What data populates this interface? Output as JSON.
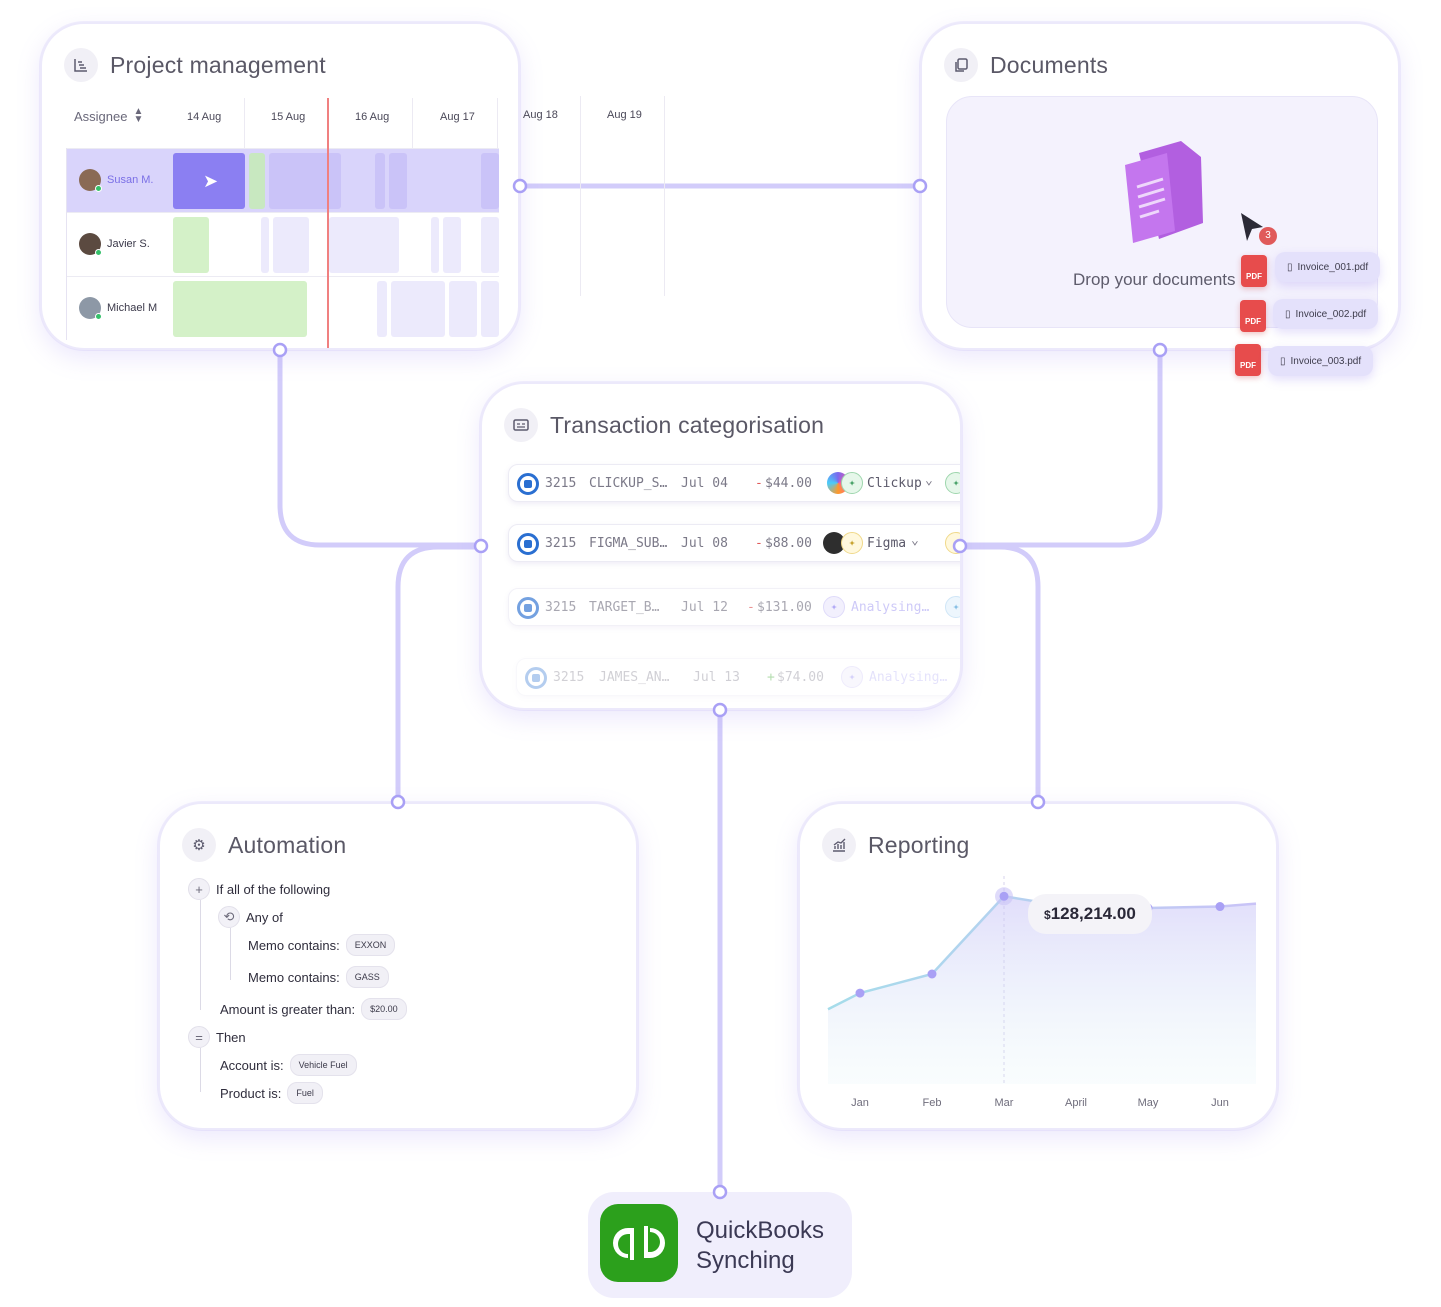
{
  "project_management": {
    "title": "Project management",
    "assignee_label": "Assignee",
    "dates": [
      "14 Aug",
      "15 Aug",
      "16 Aug",
      "Aug 17",
      "Aug 18",
      "Aug 19"
    ],
    "rows": [
      {
        "name": "Susan M.",
        "selected": true
      },
      {
        "name": "Javier S.",
        "selected": false
      },
      {
        "name": "Michael M",
        "selected": false
      }
    ]
  },
  "documents": {
    "title": "Documents",
    "drop_text": "Drop your documents",
    "badge_count": "3",
    "pdf_label": "PDF",
    "files": [
      "Invoice_001.pdf",
      "Invoice_002.pdf",
      "Invoice_003.pdf"
    ]
  },
  "transactions": {
    "title": "Transaction categorisation",
    "rows": [
      {
        "code": "3215",
        "memo": "CLICKUP_S…",
        "date": "Jul 04",
        "sign": "-",
        "amount": "$44.00",
        "category": "Clickup"
      },
      {
        "code": "3215",
        "memo": "FIGMA_SUB…",
        "date": "Jul 08",
        "sign": "-",
        "amount": "$88.00",
        "category": "Figma"
      },
      {
        "code": "3215",
        "memo": "TARGET_B…",
        "date": "Jul 12",
        "sign": "-",
        "amount": "$131.00",
        "category": "Analysing…"
      },
      {
        "code": "3215",
        "memo": "JAMES_AN…",
        "date": "Jul 13",
        "sign": "+",
        "amount": "$74.00",
        "category": "Analysing…"
      }
    ]
  },
  "automation": {
    "title": "Automation",
    "if_label": "If all of the following",
    "any_of": "Any of",
    "memo_label": "Memo contains:",
    "memo_values": [
      "EXXON",
      "GASS"
    ],
    "amount_label": "Amount is greater than:",
    "amount_value": "$20.00",
    "then_label": "Then",
    "account_label": "Account is:",
    "account_value": "Vehicle Fuel",
    "product_label": "Product is:",
    "product_value": "Fuel"
  },
  "reporting": {
    "title": "Reporting",
    "tooltip_currency": "$",
    "tooltip_value": "128,214.00"
  },
  "chart_data": {
    "type": "area",
    "title": "",
    "categories": [
      "Jan",
      "Feb",
      "Mar",
      "April",
      "May",
      "Jun"
    ],
    "values": [
      62,
      75,
      128,
      120,
      120,
      121
    ],
    "highlight_index": 2,
    "ylim": [
      0,
      150
    ],
    "grid": false
  },
  "quickbooks": {
    "line1": "QuickBooks",
    "line2": "Synching"
  },
  "colors": {
    "accent": "#a9a0f5",
    "pm_selected_bar": "#8b7ff2",
    "pm_green": "#d4f1c8",
    "qb_green": "#2ca01c",
    "pdf_red": "#e74c4c"
  }
}
